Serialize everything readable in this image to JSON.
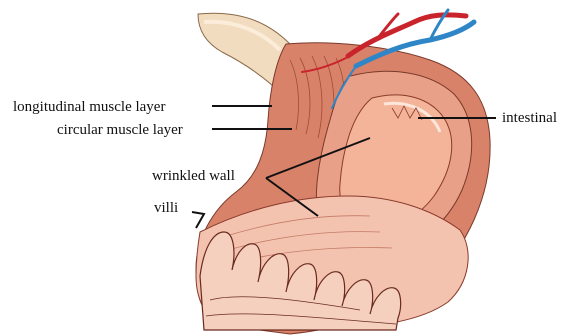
{
  "labels": {
    "longitudinal": "longitudinal muscle layer",
    "circular": "circular muscle layer",
    "intestinal": "intestinal",
    "wrinkled": "wrinkled wall",
    "villi": "villi"
  },
  "colors": {
    "outer_tube": "#f2dcc0",
    "muscle_outer": "#d9826a",
    "muscle_inner": "#e9a088",
    "lumen": "#f4b49a",
    "fold_fill": "#f3c3b0",
    "villi_fill": "#f6d0bf",
    "artery": "#c9242c",
    "vein": "#2f86c6",
    "leader_line": "#111111"
  }
}
